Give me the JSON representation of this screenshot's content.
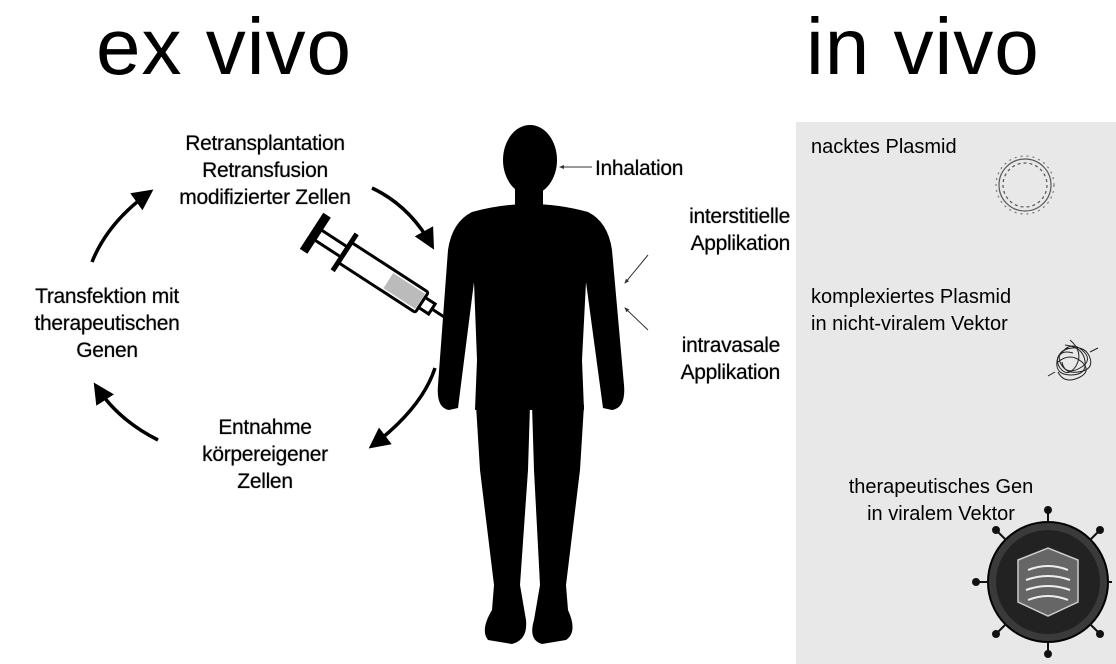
{
  "headings": {
    "ex_vivo": "ex vivo",
    "in_vivo": "in vivo"
  },
  "cycle": {
    "retransplantation": [
      "Retransplantation",
      "Retransfusion",
      "modifizierter Zellen"
    ],
    "transfektion": [
      "Transfektion mit",
      "therapeutischen",
      "Genen"
    ],
    "entnahme": [
      "Entnahme",
      "körpereigener",
      "Zellen"
    ]
  },
  "routes": {
    "inhalation": "Inhalation",
    "interstitiell": [
      "interstitielle",
      "Applikation"
    ],
    "intravasal": [
      "intravasale",
      "Applikation"
    ]
  },
  "panel": {
    "plasmid": "nacktes Plasmid",
    "complexed": [
      "komplexiertes Plasmid",
      "in nicht-viralem Vektor"
    ],
    "viral": [
      "therapeutisches Gen",
      "in viralem Vektor"
    ]
  },
  "icons": [
    "plasmid-icon",
    "nonviral-vector-icon",
    "viral-vector-icon",
    "syringe-icon",
    "human-silhouette"
  ]
}
